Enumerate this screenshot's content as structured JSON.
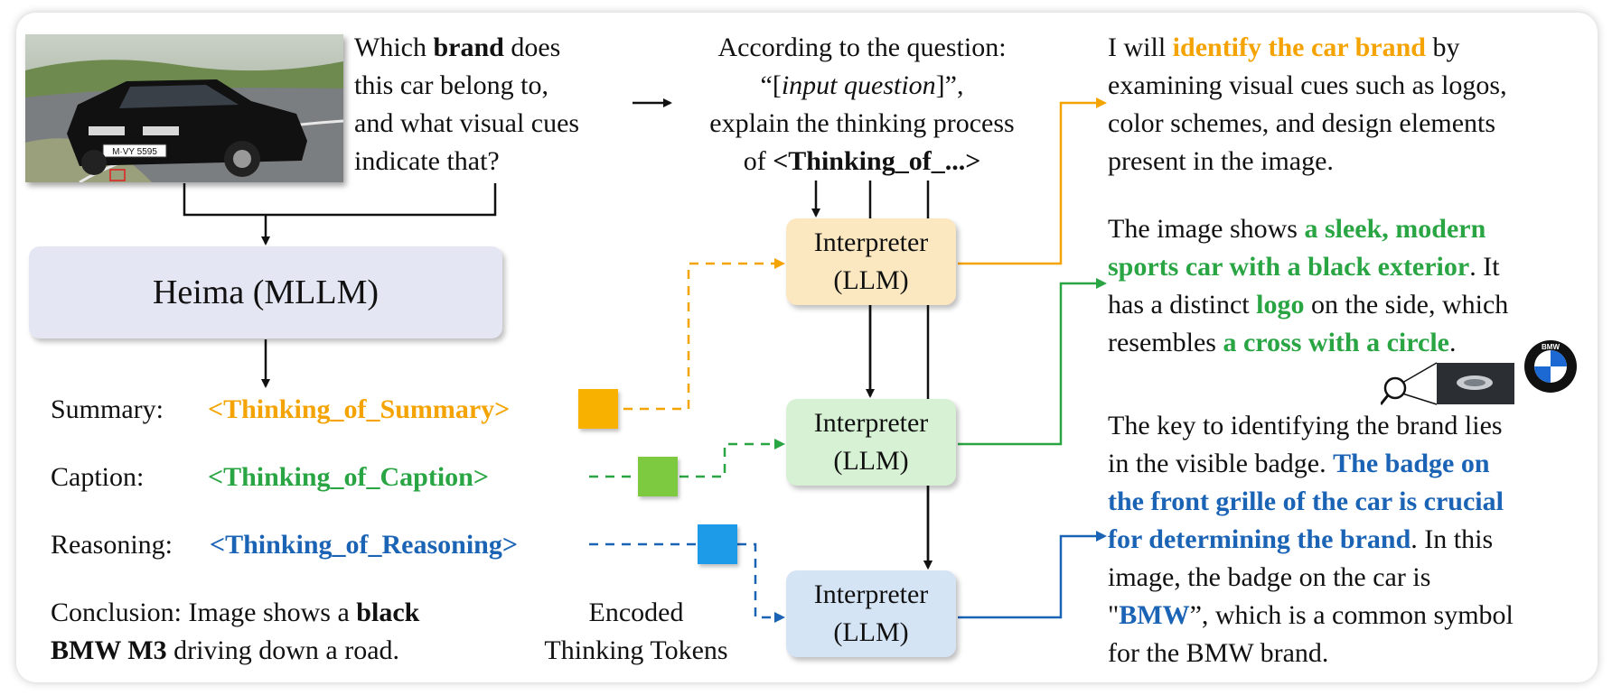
{
  "question": {
    "line1_pre": "Which ",
    "line1_bold": "brand",
    "line1_post": " does",
    "line2": "this car belong to,",
    "line3": "and what visual cues",
    "line4": "indicate that?"
  },
  "prompt": {
    "line1": "According to the question:",
    "line2_open": "“[",
    "line2_italic": "input question",
    "line2_close": "]”,",
    "line3": "explain the thinking process",
    "line4_pre": "of ",
    "line4_bold": "<Thinking_of_...>"
  },
  "heima_label": "Heima (MLLM)",
  "rows": [
    {
      "label": "Summary:",
      "token": "<Thinking_of_Summary>"
    },
    {
      "label": "Caption:",
      "token": "<Thinking_of_Caption>"
    },
    {
      "label": "Reasoning:",
      "token": "<Thinking_of_Reasoning>"
    }
  ],
  "conclusion": {
    "line1_pre": "Conclusion: Image shows a ",
    "line1_bold": "black",
    "line2_bold": "BMW M3",
    "line2_post": " driving down a road."
  },
  "encoded_label": {
    "line1": "Encoded",
    "line2": "Thinking Tokens"
  },
  "interpreters": [
    {
      "line1": "Interpreter",
      "line2": "(LLM)"
    },
    {
      "line1": "Interpreter",
      "line2": "(LLM)"
    },
    {
      "line1": "Interpreter",
      "line2": "(LLM)"
    }
  ],
  "out_summary": {
    "l1_pre": "I will ",
    "l1_hl": "identify the car brand",
    "l1_post": " by",
    "l2": "examining visual cues such as logos,",
    "l3": "color schemes, and design elements",
    "l4": "present in the image."
  },
  "out_caption": {
    "l1_pre": "The image shows ",
    "l1_hl": "a sleek, modern",
    "l2_hl": "sports car with a black exterior",
    "l2_post": ". It",
    "l3_pre": "has a distinct ",
    "l3_hl": "logo",
    "l3_post": " on the side, which",
    "l4_pre": "resembles ",
    "l4_hl": "a cross with a circle",
    "l4_post": "."
  },
  "out_reasoning": {
    "l1": "The key to identifying the brand lies",
    "l2_pre": "in the visible badge. ",
    "l2_hl": "The badge on",
    "l3_hl": "the front grille of the car is crucial",
    "l4_hl": "for determining the brand",
    "l4_post": ". In this",
    "l5": "image, the badge on the car is",
    "l6_open": "\"",
    "l6_hl": "BMW",
    "l6_post": "”, which is a common symbol",
    "l7": "for the BMW brand."
  },
  "plate_text": "M·VY 5595",
  "logo_text": "BMW",
  "colors": {
    "summary": "#f5a300",
    "caption": "#2aa544",
    "reasoning": "#1a63b5",
    "token_summary": "#f9b100",
    "token_caption": "#7dc940",
    "token_reasoning": "#1e9be8"
  }
}
